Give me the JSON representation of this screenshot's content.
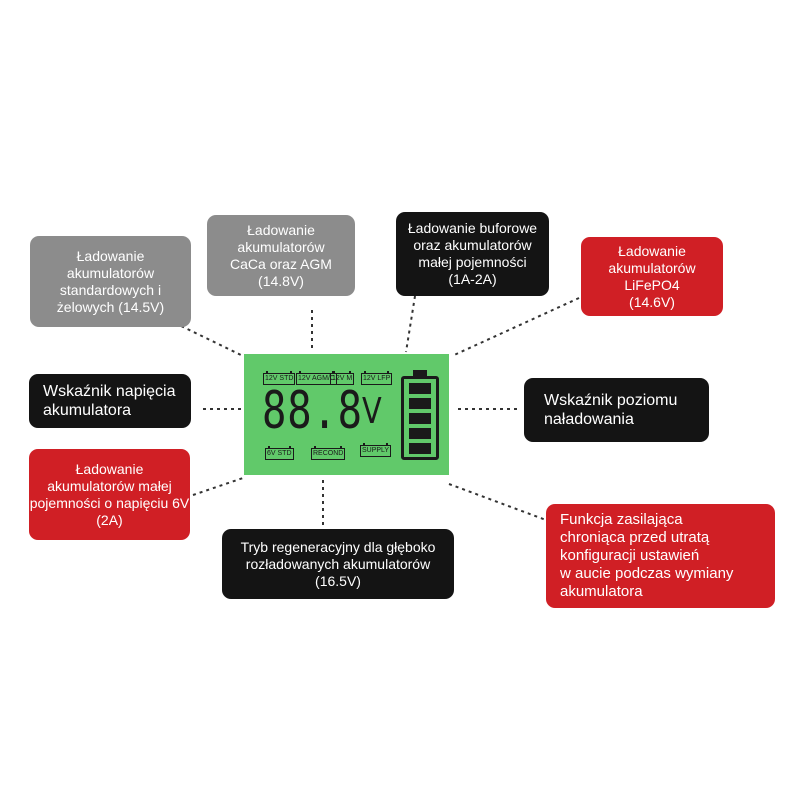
{
  "callouts": {
    "standard_gel": [
      "Ładowanie",
      "akumulatorów",
      "standardowych i",
      "żelowych (14.5V)"
    ],
    "caca_agm": [
      "Ładowanie",
      "akumulatorów",
      "CaCa oraz AGM",
      "(14.8V)"
    ],
    "buffer_small": [
      "Ładowanie buforowe",
      "oraz akumulatorów",
      "małej pojemności",
      "(1A-2A)"
    ],
    "lifepo4": [
      "Ładowanie",
      "akumulatorów",
      "LiFePO4",
      "(14.6V)"
    ],
    "voltage_indicator": [
      "Wskaźnik napięcia",
      "akumulatora"
    ],
    "charge_level": [
      "Wskaźnik poziomu",
      "naładowania"
    ],
    "small_6v": [
      "Ładowanie",
      "akumulatorów małej",
      "pojemności o napięciu 6V",
      "(2A)"
    ],
    "regeneration": [
      "Tryb regeneracyjny dla głęboko",
      "rozładowanych akumulatorów",
      "(16.5V)"
    ],
    "supply": [
      "Funkcja zasilająca",
      "chroniąca przed utratą",
      "konfiguracji ustawień",
      "w aucie podczas wymiany",
      "akumulatora"
    ]
  },
  "lcd": {
    "modes_top": [
      "12V STD",
      "12V AGM/C",
      "12V M",
      "12V LFP"
    ],
    "modes_bottom": [
      "6V STD",
      "RECOND",
      "SUPPLY"
    ],
    "digits": "88.8",
    "unit": "V",
    "battery_segments": 5
  },
  "colors": {
    "gray": "#8c8c8c",
    "black": "#141414",
    "red": "#d01f25",
    "lcd_green": "#61c96a"
  }
}
